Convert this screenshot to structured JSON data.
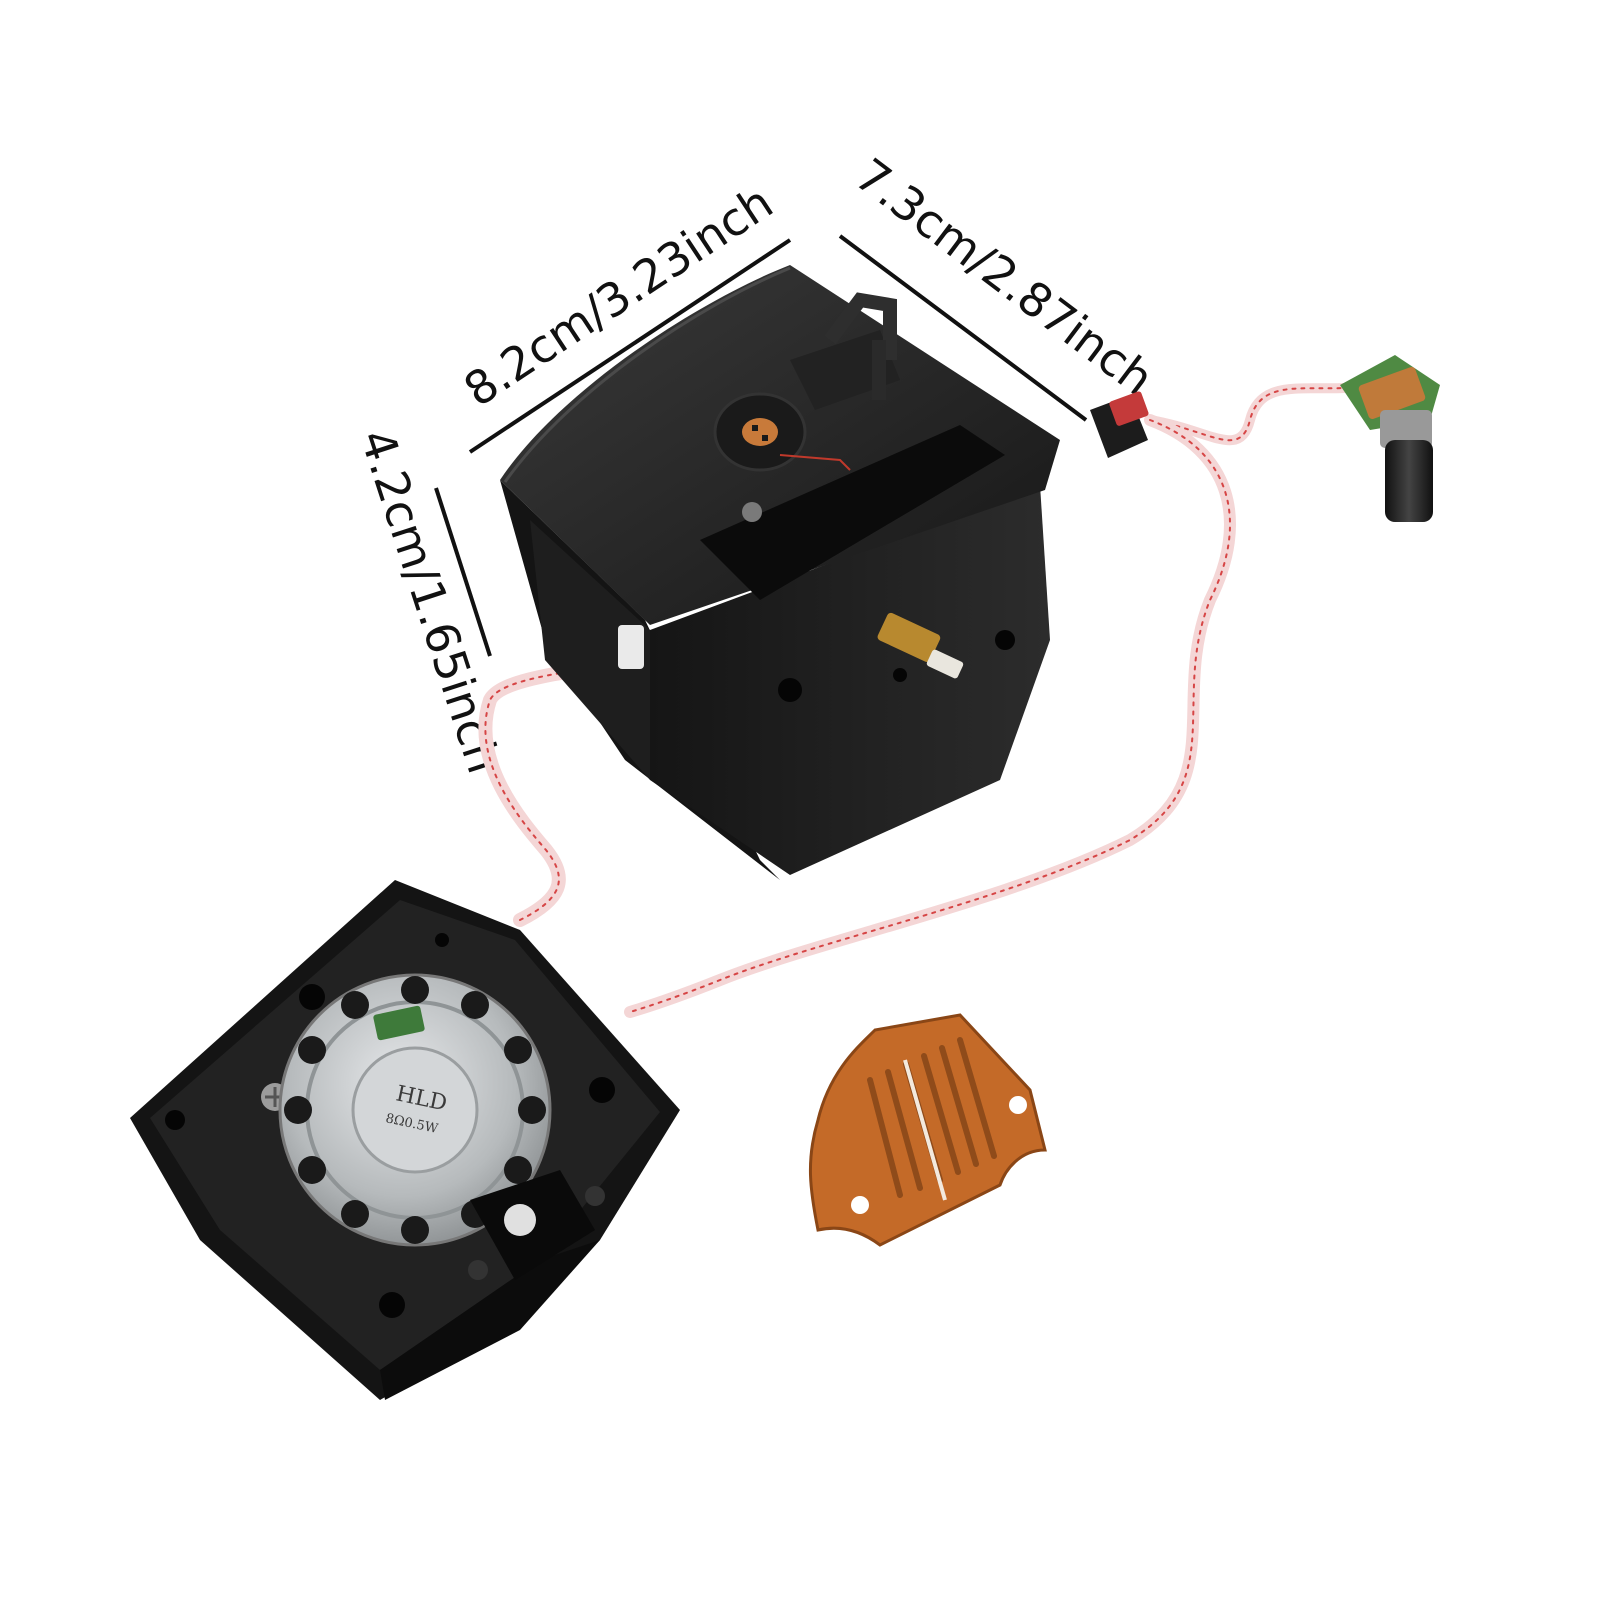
{
  "dimensions": {
    "width_label": "8.2cm/3.23inch",
    "depth_label": "7.3cm/2.87inch",
    "height_label": "4.2cm/1.65inch"
  },
  "speaker": {
    "brand_text": "HLD",
    "spec_text": "8Ω0.5W"
  },
  "colors": {
    "housing": "#1a1a1a",
    "speaker_metal": "#b9bdbf",
    "vent_plate": "#c46a28",
    "cable_red": "#d64545",
    "background": "#ffffff"
  }
}
